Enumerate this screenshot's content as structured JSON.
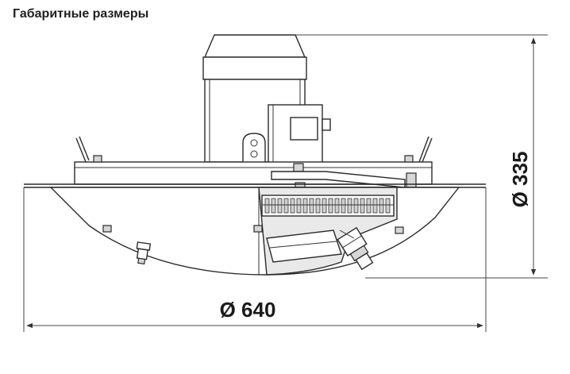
{
  "page": {
    "title": "Габаритные размеры"
  },
  "dimensions": {
    "height_label": "Ø 335",
    "diameter_label": "Ø 640"
  }
}
